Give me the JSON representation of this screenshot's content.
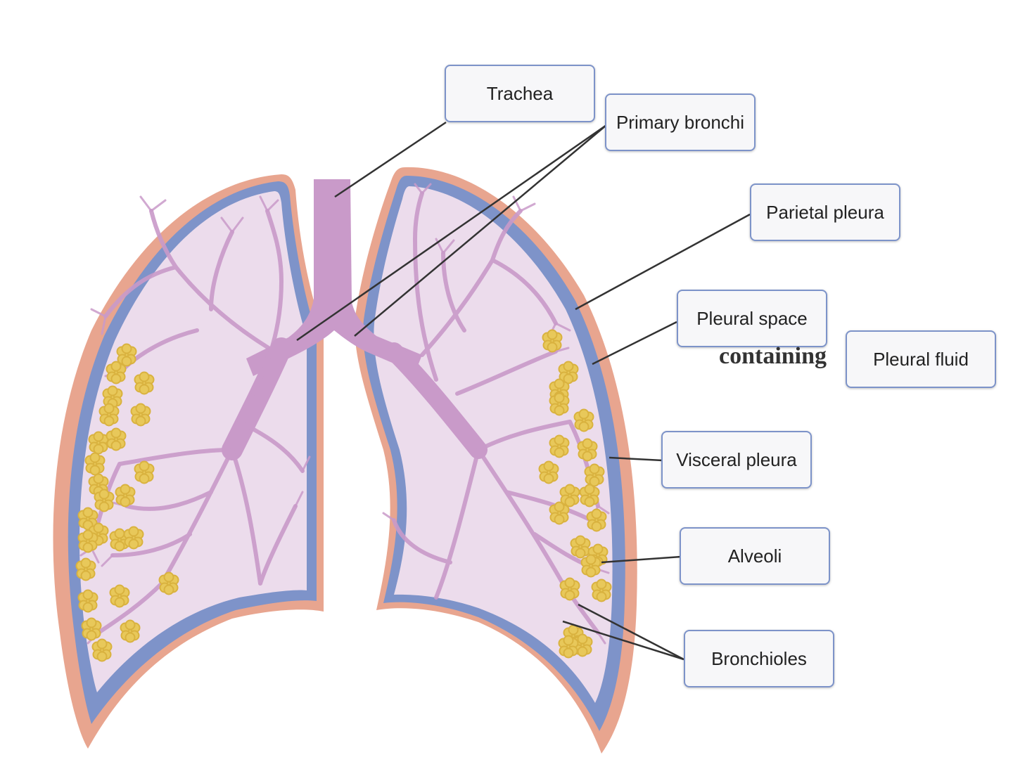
{
  "labels": {
    "trachea": "Trachea",
    "primary_bronchi": "Primary bronchi",
    "parietal_pleura": "Parietal pleura",
    "pleural_space": "Pleural space",
    "connector": "containing",
    "pleural_fluid": "Pleural fluid",
    "visceral_pleura": "Visceral pleura",
    "alveoli": "Alveoli",
    "bronchioles": "Bronchioles"
  },
  "colors": {
    "parietal_pleura": "#e8a58f",
    "visceral_pleura": "#7e93c9",
    "lung_tissue": "#ecdcec",
    "airways": "#c99ac9",
    "alveoli": "#e8c85a",
    "leader_line": "#333333",
    "label_border": "#7d93c9"
  }
}
